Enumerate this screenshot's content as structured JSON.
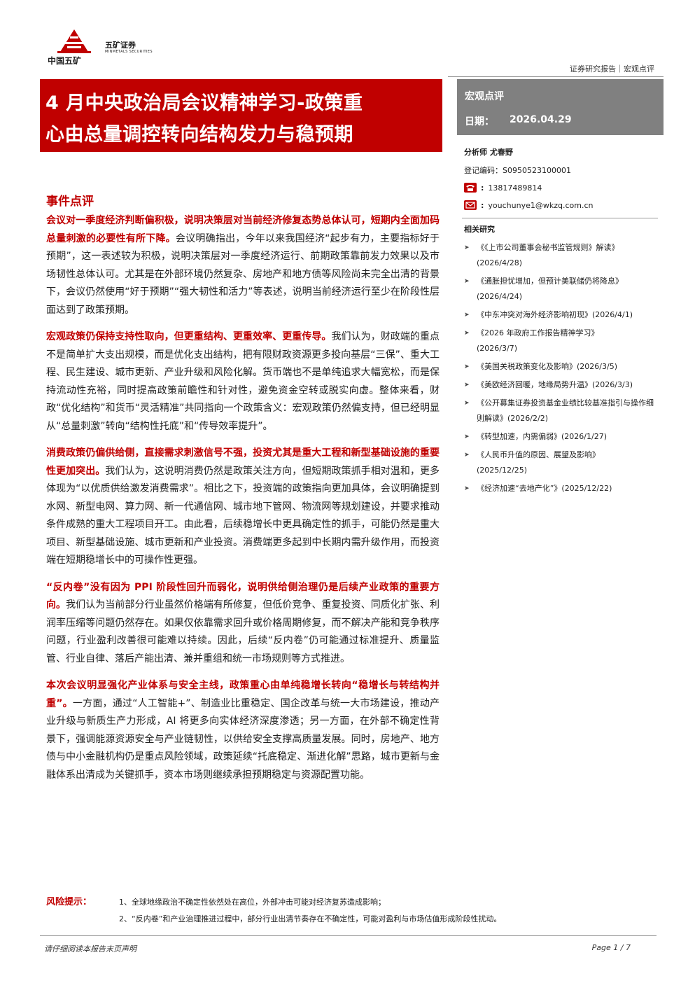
{
  "header": {
    "logo_main": "中国五矿",
    "logo_sec_cn": "五矿证券",
    "logo_sec_en": "MINMETALS SECURITIES",
    "breadcrumb": "证券研究报告｜宏观点评"
  },
  "title": {
    "line1": "4 月中央政治局会议精神学习-政策重",
    "line2": "心由总量调控转向结构发力与稳预期"
  },
  "sidebar": {
    "category": "宏观点评",
    "date_label": "日期：",
    "date_value": "2026.04.29",
    "analyst": "分析师 尤春野",
    "reg": "登记编码：S0950523100001",
    "phone": "13817489814",
    "email": "youchunye1@wkzq.com.cn",
    "related_title": "相关研究",
    "related": [
      {
        "title": "《《上市公司董事会秘书监管规则》解读》",
        "date": "(2026/4/28)"
      },
      {
        "title": "《通胀担忧增加，但预计美联储仍将降息》",
        "date": "(2026/4/24)"
      },
      {
        "title": "《中东冲突对海外经济影响初现》(2026/4/1)",
        "date": ""
      },
      {
        "title": "《2026 年政府工作报告精神学习》",
        "date": "(2026/3/7)"
      },
      {
        "title": "《美国关税政策变化及影响》(2026/3/5)",
        "date": ""
      },
      {
        "title": "《美欧经济回暖，地缘局势升温》(2026/3/3)",
        "date": ""
      },
      {
        "title": "《公开募集证券投资基金业绩比较基准指引与操作细则解读》(2026/2/2)",
        "date": ""
      },
      {
        "title": "《转型加速，内需偏弱》(2026/1/27)",
        "date": ""
      },
      {
        "title": "《人民币升值的原因、展望及影响》",
        "date": "(2025/12/25)"
      },
      {
        "title": "《经济加速“去地产化”》(2025/12/22)",
        "date": ""
      }
    ]
  },
  "content": {
    "section_title": "事件点评",
    "paragraphs": [
      {
        "hl": "会议对一季度经济判断偏积极，说明决策层对当前经济修复态势总体认可，短期内全面加码总量刺激的必要性有所下降。",
        "text": "会议明确指出，今年以来我国经济“起步有力，主要指标好于预期”，这一表述较为积极，说明决策层对一季度经济运行、前期政策靠前发力效果以及市场韧性总体认可。尤其是在外部环境仍然复杂、房地产和地方债等风险尚未完全出清的背景下，会议仍然使用“好于预期”“强大韧性和活力”等表述，说明当前经济运行至少在阶段性层面达到了政策预期。"
      },
      {
        "hl": "宏观政策仍保持支持性取向，但更重结构、更重效率、更重传导。",
        "text": "我们认为，财政端的重点不是简单扩大支出规模，而是优化支出结构，把有限财政资源更多投向基层“三保”、重大工程、民生建设、城市更新、产业升级和风险化解。货币端也不是单纯追求大幅宽松，而是保持流动性充裕，同时提高政策前瞻性和针对性，避免资金空转或脱实向虚。整体来看，财政“优化结构”和货币“灵活精准”共同指向一个政策含义：宏观政策仍然偏支持，但已经明显从“总量刺激”转向“结构性托底”和“传导效率提升”。"
      },
      {
        "hl": "消费政策仍偏供给侧，直接需求刺激信号不强，投资尤其是重大工程和新型基础设施的重要性更加突出。",
        "text": "我们认为，这说明消费仍然是政策关注方向，但短期政策抓手相对温和，更多体现为“以优质供给激发消费需求”。相比之下，投资端的政策指向更加具体，会议明确提到水网、新型电网、算力网、新一代通信网、城市地下管网、物流网等规划建设，并要求推动条件成熟的重大工程项目开工。由此看，后续稳增长中更具确定性的抓手，可能仍然是重大项目、新型基础设施、城市更新和产业投资。消费端更多起到中长期内需升级作用，而投资端在短期稳增长中的可操作性更强。"
      },
      {
        "hl": "“反内卷”没有因为 PPI 阶段性回升而弱化，说明供给侧治理仍是后续产业政策的重要方向。",
        "text": "我们认为当前部分行业虽然价格端有所修复，但低价竞争、重复投资、同质化扩张、利润率压缩等问题仍然存在。如果仅依靠需求回升或价格周期修复，而不解决产能和竞争秩序问题，行业盈利改善很可能难以持续。因此，后续“反内卷”仍可能通过标准提升、质量监管、行业自律、落后产能出清、兼并重组和统一市场规则等方式推进。"
      },
      {
        "hl": "本次会议明显强化产业体系与安全主线，政策重心由单纯稳增长转向“稳增长与转结构并重”。",
        "text": "一方面，通过“人工智能+”、制造业比重稳定、国企改革与统一大市场建设，推动产业升级与新质生产力形成，AI 将更多向实体经济深度渗透；另一方面，在外部不确定性背景下，强调能源资源安全与产业链韧性，以供给安全支撑高质量发展。同时，房地产、地方债与中小金融机构仍是重点风险领域，政策延续“托底稳定、渐进化解”思路，城市更新与金融体系出清成为关键抓手，资本市场则继续承担预期稳定与资源配置功能。"
      }
    ]
  },
  "risk": {
    "label": "风险提示：",
    "items": [
      "1、全球地缘政治不确定性依然处在高位，外部冲击可能对经济复苏造成影响；",
      "2、“反内卷”和产业治理推进过程中，部分行业出清节奏存在不确定性，可能对盈利与市场估值形成阶段性扰动。"
    ]
  },
  "footer": {
    "disclaimer": "请仔细阅读本报告末页声明",
    "page": "Page 1 / 7"
  },
  "colors": {
    "accent": "#c00000",
    "side_header_bg": "#808080"
  }
}
